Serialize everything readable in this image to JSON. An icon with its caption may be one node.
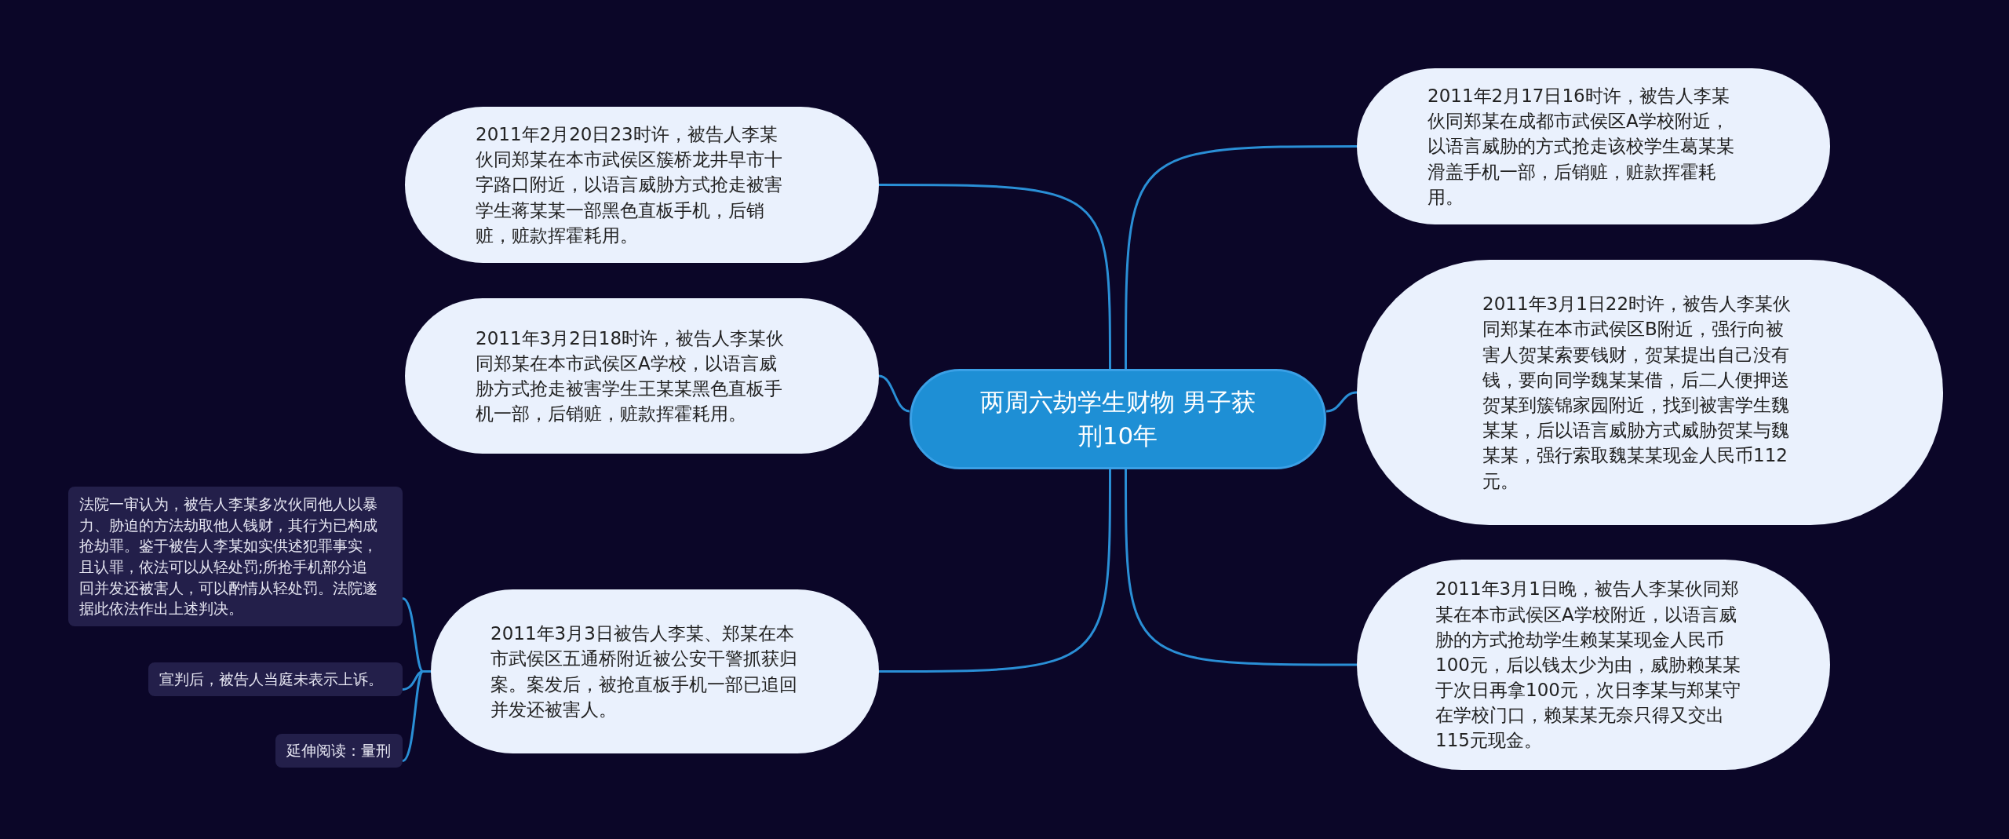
{
  "diagram": {
    "nodes": [
      {
        "text": [
          "两周六劫学生财物 男子获刑10年"
        ]
      },
      {
        "text": [
          "2011年2月20日23时许，被告人李某伙同郑某在本市武侯区簇桥龙井早市十字路口附近，以语言威胁方式抢走被害学生蒋某某一部黑色直板手机，后销赃，赃款挥霍耗用。"
        ]
      },
      {
        "text": [
          "2011年3月2日18时许，被告人李某伙同郑某在本市武侯区A学校，以语言威胁方式抢走被害学生王某某黑色直板手机一部，后销赃，赃款挥霍耗用。"
        ]
      },
      {
        "text": [
          "2011年3月3日被告人李某、郑某在本市武侯区五通桥附近被公安干警抓获归案。案发后，被抢直板手机一部已追回并发还被害人。"
        ]
      },
      {
        "text": [
          "法院一审认为，被告人李某多次伙同他人以暴力、胁迫的方法劫取他人钱财，其行为已构成抢劫罪。鉴于被告人李某如实供述犯罪事实，且认罪，依法可以从轻处罚;所抢手机部分追回并发还被害人，可以酌情从轻处罚。法院遂据此依法作出上述判决。"
        ]
      },
      {
        "text": [
          "宣判后，被告人当庭未表示上诉。"
        ]
      },
      {
        "text": [
          "延伸阅读：量刑"
        ]
      },
      {
        "text": [
          "2011年2月17日16时许，被告人李某伙同郑某在成都市武侯区A学校附近，以语言威胁的方式抢走该校学生葛某某滑盖手机一部，后销赃，赃款挥霍耗用。"
        ]
      },
      {
        "text": [
          "2011年3月1日22时许，被告人李某伙同郑某在本市武侯区B附近，强行向被害人贺某索要钱财，贺某提出自己没有钱，要向同学魏某某借，后二人便押送贺某到簇锦家园附近，找到被害学生魏某某，后以语言威胁方式威胁贺某与魏某某，强行索取魏某某现金人民币112元。"
        ]
      },
      {
        "text": [
          "2011年3月1日晚，被告人李某伙同郑某在本市武侯区A学校附近，以语言威胁的方式抢劫学生赖某某现金人民币100元，后以钱太少为由，威胁赖某某于次日再拿100元，次日李某与郑某守在学校门口，赖某某无奈只得又交出115元现金。"
        ]
      }
    ],
    "edges": [
      {
        "from": 0,
        "to": 1,
        "arrow": "none"
      },
      {
        "from": 0,
        "to": 2,
        "arrow": "none"
      },
      {
        "from": 0,
        "to": 3,
        "arrow": "none"
      },
      {
        "from": 3,
        "to": 4,
        "arrow": "none"
      },
      {
        "from": 3,
        "to": 5,
        "arrow": "none"
      },
      {
        "from": 3,
        "to": 6,
        "arrow": "none"
      },
      {
        "from": 0,
        "to": 7,
        "arrow": "none"
      },
      {
        "from": 0,
        "to": 8,
        "arrow": "none"
      },
      {
        "from": 0,
        "to": 9,
        "arrow": "none"
      }
    ]
  }
}
